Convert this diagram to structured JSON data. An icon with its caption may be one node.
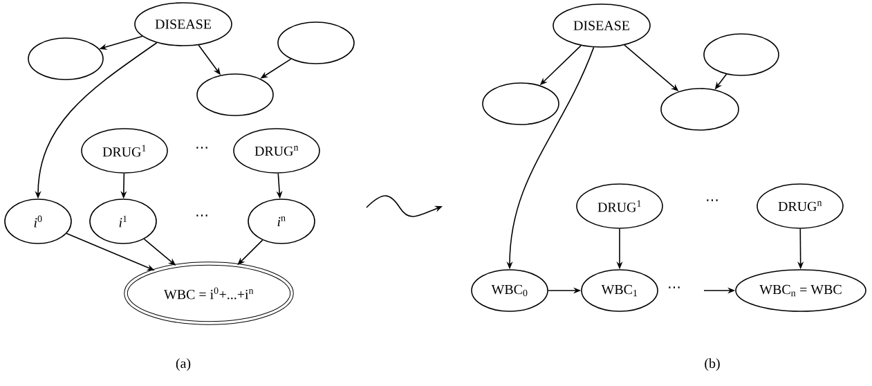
{
  "diagram": {
    "nodes": [
      {
        "text": [
          "DISEASE"
        ]
      },
      {
        "text": [],
        "shape": "ellipse"
      },
      {
        "text": [],
        "shape": "ellipse"
      },
      {
        "text": [],
        "shape": "ellipse"
      },
      {
        "text": [
          "DRUG$^{1}$"
        ]
      },
      {
        "text": [
          "DRUG$^{n}$"
        ]
      },
      {
        "text": [
          "*i*$^{0}$"
        ]
      },
      {
        "text": [
          "*i*$^{1}$"
        ]
      },
      {
        "text": [
          "*i*$^{n}$"
        ]
      },
      {
        "text": [
          "WBC = i$^{0}$+...+i$^{n}$"
        ]
      },
      {
        "text": [
          "DISEASE"
        ]
      },
      {
        "text": [],
        "shape": "ellipse"
      },
      {
        "text": [],
        "shape": "ellipse"
      },
      {
        "text": [],
        "shape": "ellipse"
      },
      {
        "text": [
          "DRUG$^{1}$"
        ]
      },
      {
        "text": [
          "DRUG$^{n}$"
        ]
      },
      {
        "text": [
          "WBC$_{0}$"
        ]
      },
      {
        "text": [
          "WBC$_{1}$"
        ]
      },
      {
        "text": [
          "WBC$_{n}$ = WBC"
        ]
      }
    ],
    "edges": [
      {
        "from": 0,
        "to": 1,
        "arrow": "to"
      },
      {
        "from": 0,
        "to": 2,
        "arrow": "to"
      },
      {
        "from": 3,
        "to": 2,
        "arrow": "to"
      },
      {
        "from": 0,
        "to": 6,
        "arrow": "to"
      },
      {
        "from": 4,
        "to": 7,
        "arrow": "to"
      },
      {
        "from": 5,
        "to": 8,
        "arrow": "to"
      },
      {
        "from": 6,
        "to": 9,
        "arrow": "to"
      },
      {
        "from": 7,
        "to": 9,
        "arrow": "to"
      },
      {
        "from": 8,
        "to": 9,
        "arrow": "to"
      },
      {
        "from": 10,
        "to": 12,
        "arrow": "to"
      },
      {
        "from": 10,
        "to": 13,
        "arrow": "to"
      },
      {
        "from": 11,
        "to": 13,
        "arrow": "to"
      },
      {
        "from": 10,
        "to": 16,
        "arrow": "to"
      },
      {
        "from": 14,
        "to": 17,
        "arrow": "to"
      },
      {
        "from": 15,
        "to": 18,
        "arrow": "to"
      },
      {
        "from": 16,
        "to": 17,
        "arrow": "to"
      },
      {
        "from": null,
        "to": 18,
        "arrow": "to"
      }
    ],
    "labels": [
      "⋯",
      "⋯",
      "(a)",
      "⋯",
      "⋯",
      "(b)"
    ]
  }
}
